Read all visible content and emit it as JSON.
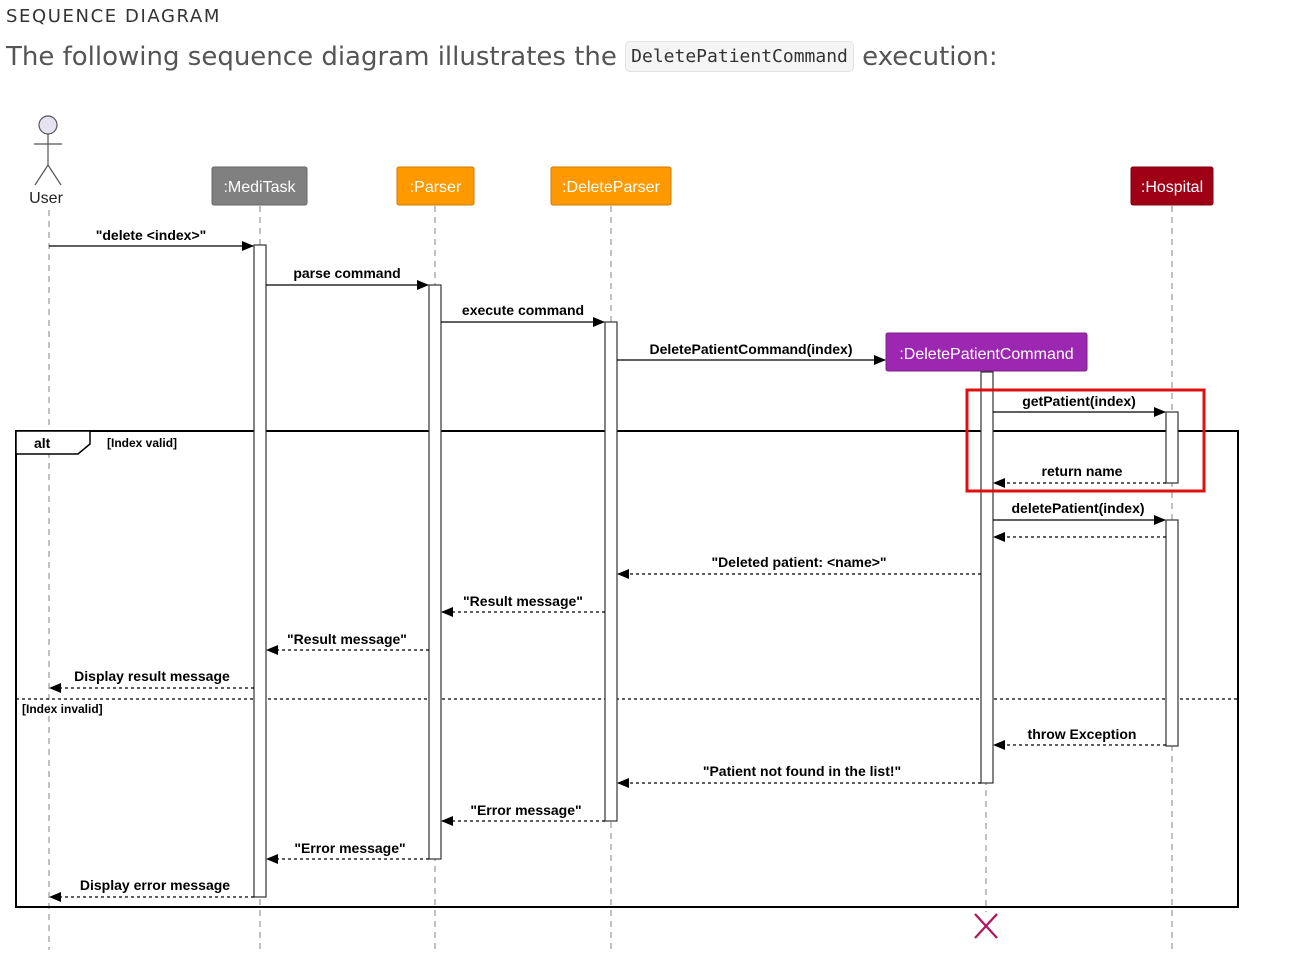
{
  "heading": "SEQUENCE DIAGRAM",
  "intro": {
    "before": "The following sequence diagram illustrates the",
    "code": "DeletePatientCommand",
    "after": "execution:"
  },
  "participants": {
    "user": {
      "label": "User"
    },
    "meditask": {
      "label": ":MediTask",
      "color": "#808080"
    },
    "parser": {
      "label": ":Parser",
      "color": "#ff9900"
    },
    "deleteparser": {
      "label": ":DeleteParser",
      "color": "#ff9900"
    },
    "deletepatientcommand": {
      "label": ":DeletePatientCommand",
      "color": "#9c27b0"
    },
    "hospital": {
      "label": ":Hospital",
      "color": "#a00016"
    }
  },
  "fragment": {
    "operator": "alt",
    "guard_valid": "[Index valid]",
    "guard_invalid": "[Index invalid]"
  },
  "messages": {
    "m1": "\"delete <index>\"",
    "m2": "parse command",
    "m3": "execute command",
    "m4": "DeletePatientCommand(index)",
    "m5": "getPatient(index)",
    "m6": "return name",
    "m7": "deletePatient(index)",
    "m8": "\"Deleted patient: <name>\"",
    "m9": "\"Result message\"",
    "m10": "\"Result message\"",
    "m11": "Display result message",
    "m12": "throw Exception",
    "m13": "\"Patient not found in the list!\"",
    "m14": "\"Error message\"",
    "m15": "\"Error message\"",
    "m16": "Display error message"
  },
  "highlight_color": "#e01010"
}
